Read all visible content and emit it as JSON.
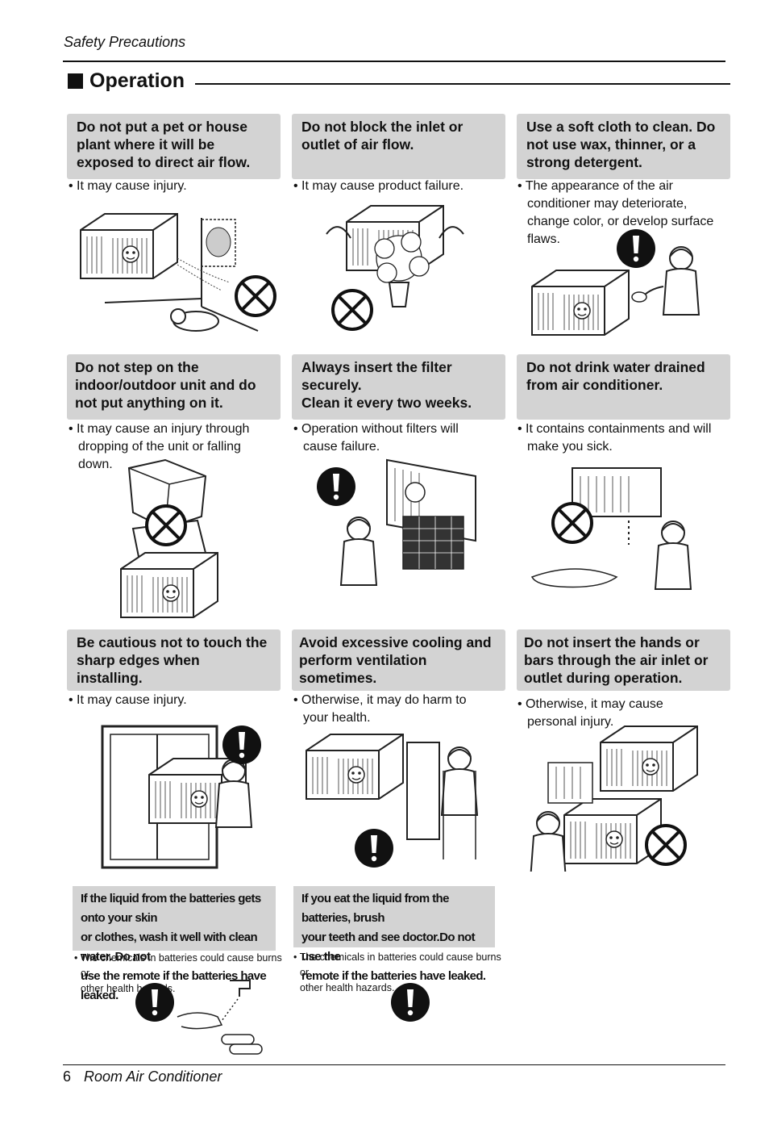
{
  "header": {
    "section_name": "Safety Precautions"
  },
  "section": {
    "title": "Operation"
  },
  "cards": [
    {
      "title": "Do not put a pet or house\nplant where it will be\nexposed to direct air flow.",
      "note": "• It may cause injury.",
      "icon": "prohibited-icon"
    },
    {
      "title": "Do not block the inlet or\noutlet of  air flow.",
      "note": "• It may cause product failure.",
      "icon": "prohibited-icon"
    },
    {
      "title": "Use a soft cloth to clean. Do\nnot use wax, thinner, or a\nstrong detergent.",
      "note": "• The appearance of the air\nconditioner may deteriorate,\nchange color, or develop surface\nflaws.",
      "icon": "mandatory-icon"
    },
    {
      "title": "Do not step on the\nindoor/outdoor unit and do\nnot put anything on it.",
      "note": "• It may cause an injury through\ndropping of the unit or falling\ndown.",
      "icon": "prohibited-icon"
    },
    {
      "title": "Always insert the filter\nsecurely.\nClean it every two weeks.",
      "note": "• Operation without filters will\ncause failure.",
      "icon": "mandatory-icon"
    },
    {
      "title": "Do not drink water drained\nfrom air conditioner.",
      "note": "• It contains containments and will\nmake you sick.",
      "icon": "prohibited-icon"
    },
    {
      "title": "Be cautious not to touch the\nsharp edges when\ninstalling.",
      "note": "• It may cause injury.",
      "icon": "mandatory-icon"
    },
    {
      "title": "Avoid excessive cooling and\nperform ventilation\nsometimes.",
      "note": "• Otherwise, it may do harm to\nyour health.",
      "icon": "mandatory-icon"
    },
    {
      "title": "Do not insert the hands or\nbars through the air inlet or\noutlet during operation.",
      "note": "• Otherwise, it may cause\npersonal injury.",
      "icon": "prohibited-icon"
    }
  ],
  "battery_cards": [
    {
      "title": "If the liquid from the batteries gets onto your skin\nor clothes, wash it well with clean water. Do not\nuse the remote if the batteries have leaked.",
      "note": "• The chemicals in batteries could cause burns or\nother health hazards.",
      "icon": "mandatory-icon"
    },
    {
      "title": "If you eat the liquid from the batteries, brush\nyour teeth and see doctor.Do not use the\nremote if the batteries have leaked.",
      "note": "• The chemicals in batteries could cause burns or\nother health hazards.",
      "icon": "mandatory-icon"
    }
  ],
  "footer": {
    "page_number": "6",
    "title": "Room Air Conditioner"
  }
}
